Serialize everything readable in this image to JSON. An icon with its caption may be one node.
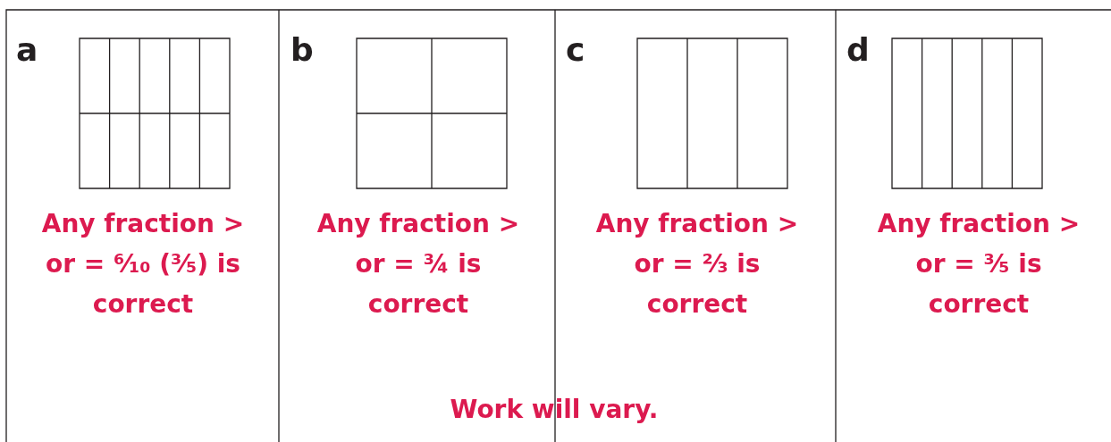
{
  "diagram": {
    "labels": [
      "a",
      "b",
      "c",
      "d",
      "Any fraction > or = ⁶⁄₁₀ (³⁄₅) is correct",
      "Any fraction > or = ¾ is correct",
      "Any fraction > or = ⅔ is correct",
      "Any fraction > or = ³⁄₅ is correct",
      "Work will vary."
    ]
  }
}
